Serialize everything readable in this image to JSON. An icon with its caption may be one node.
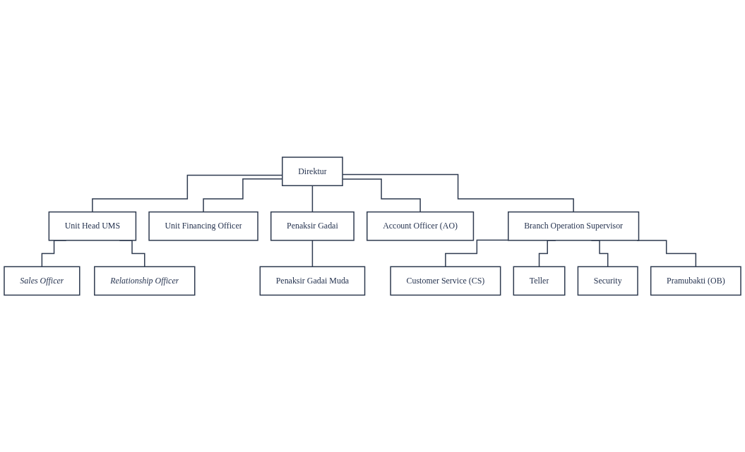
{
  "diagram": {
    "nodes": [
      {
        "text": [
          "Direktur"
        ]
      },
      {
        "text": [
          "Unit Head UMS"
        ]
      },
      {
        "text": [
          "Unit Financing Officer"
        ]
      },
      {
        "text": [
          "Penaksir Gadai"
        ]
      },
      {
        "text": [
          "Account Officer (AO)"
        ]
      },
      {
        "text": [
          "Branch Operation Supervisor"
        ]
      },
      {
        "text": [
          "Sales Officer"
        ]
      },
      {
        "text": [
          "Relationship Officer"
        ]
      },
      {
        "text": [
          "Penaksir Gadai Muda"
        ]
      },
      {
        "text": [
          "Customer Service (CS)"
        ]
      },
      {
        "text": [
          "Teller"
        ]
      },
      {
        "text": [
          "Security"
        ]
      },
      {
        "text": [
          "Pramubakti (OB)"
        ]
      }
    ],
    "edges": [
      {
        "from": 0,
        "to": 1,
        "arrow": "none"
      },
      {
        "from": 0,
        "to": 2,
        "arrow": "none"
      },
      {
        "from": 0,
        "to": 3,
        "arrow": "none"
      },
      {
        "from": 0,
        "to": 4,
        "arrow": "none"
      },
      {
        "from": 0,
        "to": 5,
        "arrow": "none"
      },
      {
        "from": 1,
        "to": 6,
        "arrow": "none"
      },
      {
        "from": 1,
        "to": 7,
        "arrow": "none"
      },
      {
        "from": 3,
        "to": 8,
        "arrow": "none"
      },
      {
        "from": 5,
        "to": 9,
        "arrow": "none"
      },
      {
        "from": 5,
        "to": 10,
        "arrow": "none"
      },
      {
        "from": 5,
        "to": 11,
        "arrow": "none"
      },
      {
        "from": 5,
        "to": 12,
        "arrow": "none"
      }
    ]
  }
}
